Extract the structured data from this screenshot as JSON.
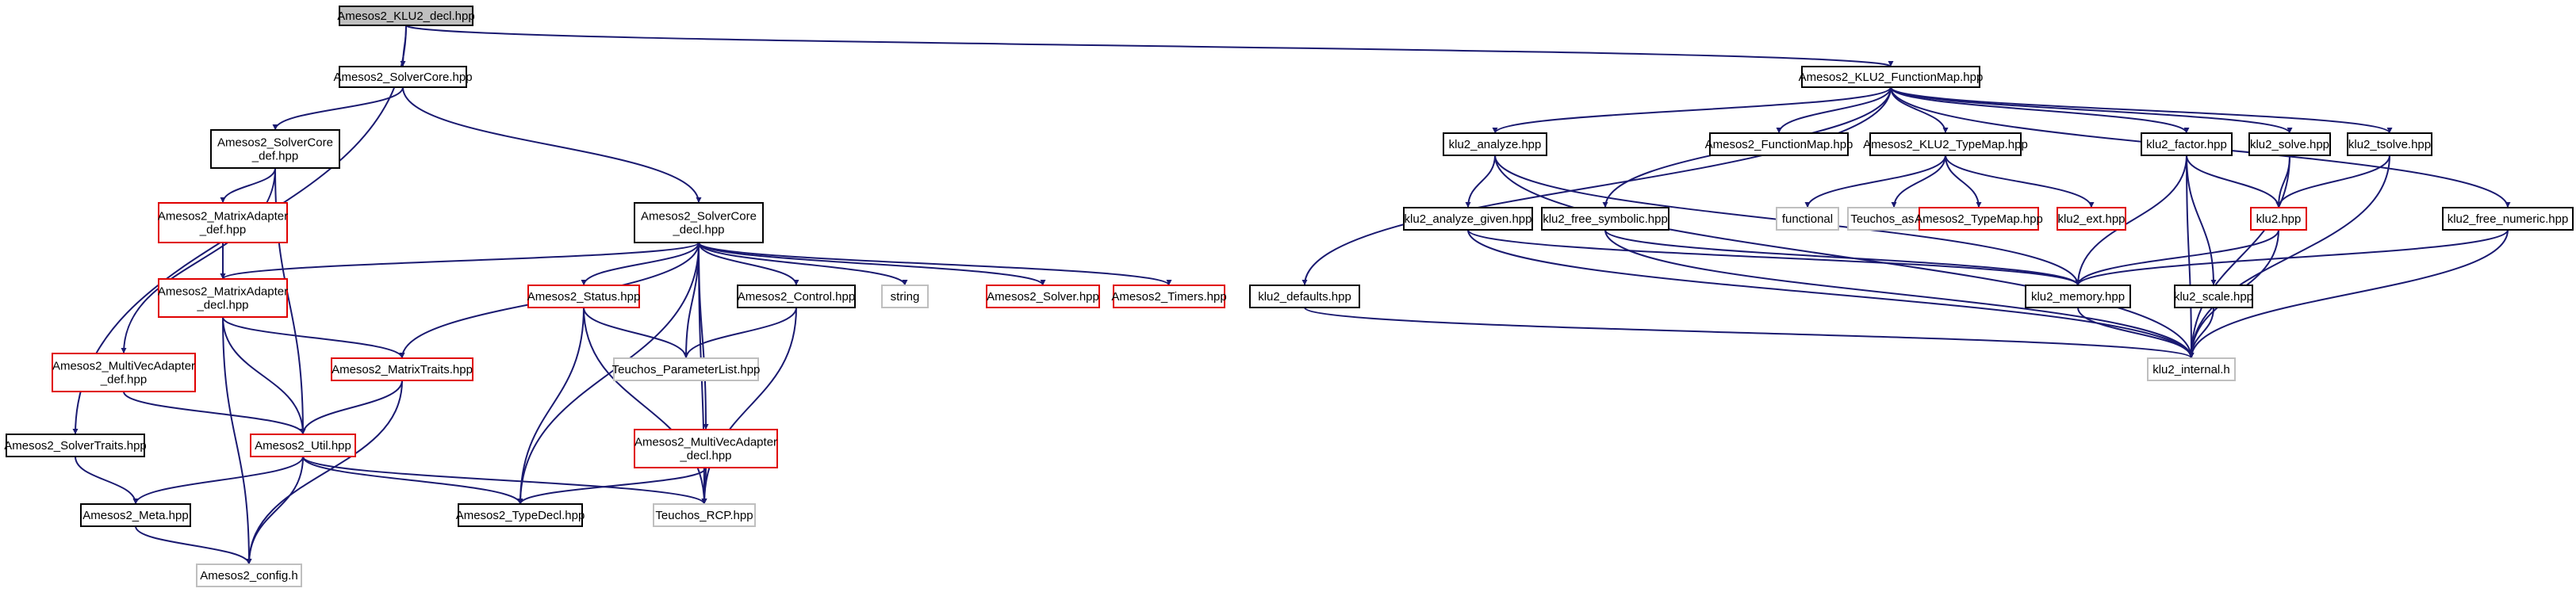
{
  "colors": {
    "edge": "#191970",
    "normal_border": "#000000",
    "missing_border": "#e00000",
    "external_border": "#bfbfbf",
    "root_fill": "#bfbfbf",
    "default_fill": "#ffffff"
  },
  "nodes": [
    {
      "id": "root",
      "lines": [
        "Amesos2_KLU2_decl.hpp"
      ],
      "style": "root"
    },
    {
      "id": "solvercore",
      "lines": [
        "Amesos2_SolverCore.hpp"
      ],
      "style": "normal"
    },
    {
      "id": "functionmap_klu",
      "lines": [
        "Amesos2_KLU2_FunctionMap.hpp"
      ],
      "style": "normal"
    },
    {
      "id": "solvercore_def",
      "lines": [
        "Amesos2_SolverCore",
        "_def.hpp"
      ],
      "style": "normal"
    },
    {
      "id": "matrixadapter_def",
      "lines": [
        "Amesos2_MatrixAdapter",
        "_def.hpp"
      ],
      "style": "missing"
    },
    {
      "id": "matrixadapter_decl",
      "lines": [
        "Amesos2_MatrixAdapter",
        "_decl.hpp"
      ],
      "style": "missing"
    },
    {
      "id": "multivec_def",
      "lines": [
        "Amesos2_MultiVecAdapter",
        "_def.hpp"
      ],
      "style": "missing"
    },
    {
      "id": "solvertraits",
      "lines": [
        "Amesos2_SolverTraits.hpp"
      ],
      "style": "normal"
    },
    {
      "id": "util",
      "lines": [
        "Amesos2_Util.hpp"
      ],
      "style": "missing"
    },
    {
      "id": "meta",
      "lines": [
        "Amesos2_Meta.hpp"
      ],
      "style": "normal"
    },
    {
      "id": "config",
      "lines": [
        "Amesos2_config.h"
      ],
      "style": "external"
    },
    {
      "id": "matrixtraits",
      "lines": [
        "Amesos2_MatrixTraits.hpp"
      ],
      "style": "missing"
    },
    {
      "id": "typedecl",
      "lines": [
        "Amesos2_TypeDecl.hpp"
      ],
      "style": "normal"
    },
    {
      "id": "solvercore_decl",
      "lines": [
        "Amesos2_SolverCore",
        "_decl.hpp"
      ],
      "style": "normal"
    },
    {
      "id": "status",
      "lines": [
        "Amesos2_Status.hpp"
      ],
      "style": "missing"
    },
    {
      "id": "control",
      "lines": [
        "Amesos2_Control.hpp"
      ],
      "style": "normal"
    },
    {
      "id": "string",
      "lines": [
        "string"
      ],
      "style": "external"
    },
    {
      "id": "solver",
      "lines": [
        "Amesos2_Solver.hpp"
      ],
      "style": "missing"
    },
    {
      "id": "timers",
      "lines": [
        "Amesos2_Timers.hpp"
      ],
      "style": "missing"
    },
    {
      "id": "paramlist",
      "lines": [
        "Teuchos_ParameterList.hpp"
      ],
      "style": "external"
    },
    {
      "id": "multivec_decl",
      "lines": [
        "Amesos2_MultiVecAdapter",
        "_decl.hpp"
      ],
      "style": "missing"
    },
    {
      "id": "rcp",
      "lines": [
        "Teuchos_RCP.hpp"
      ],
      "style": "external"
    },
    {
      "id": "klu2_defaults",
      "lines": [
        "klu2_defaults.hpp"
      ],
      "style": "normal"
    },
    {
      "id": "klu2_analyze",
      "lines": [
        "klu2_analyze.hpp"
      ],
      "style": "normal"
    },
    {
      "id": "functionmap",
      "lines": [
        "Amesos2_FunctionMap.hpp"
      ],
      "style": "normal"
    },
    {
      "id": "typemap_klu",
      "lines": [
        "Amesos2_KLU2_TypeMap.hpp"
      ],
      "style": "normal"
    },
    {
      "id": "klu2_factor",
      "lines": [
        "klu2_factor.hpp"
      ],
      "style": "normal"
    },
    {
      "id": "klu2_solve",
      "lines": [
        "klu2_solve.hpp"
      ],
      "style": "normal"
    },
    {
      "id": "klu2_tsolve",
      "lines": [
        "klu2_tsolve.hpp"
      ],
      "style": "normal"
    },
    {
      "id": "klu2_analyze_given",
      "lines": [
        "klu2_analyze_given.hpp"
      ],
      "style": "normal"
    },
    {
      "id": "klu2_free_symbolic",
      "lines": [
        "klu2_free_symbolic.hpp"
      ],
      "style": "normal"
    },
    {
      "id": "functional",
      "lines": [
        "functional"
      ],
      "style": "external"
    },
    {
      "id": "teuchos_as",
      "lines": [
        "Teuchos_as.hpp"
      ],
      "style": "external"
    },
    {
      "id": "typemap",
      "lines": [
        "Amesos2_TypeMap.hpp"
      ],
      "style": "missing"
    },
    {
      "id": "klu2_ext",
      "lines": [
        "klu2_ext.hpp"
      ],
      "style": "missing"
    },
    {
      "id": "klu2_hpp",
      "lines": [
        "klu2.hpp"
      ],
      "style": "missing"
    },
    {
      "id": "klu2_free_numeric",
      "lines": [
        "klu2_free_numeric.hpp"
      ],
      "style": "normal"
    },
    {
      "id": "klu2_memory",
      "lines": [
        "klu2_memory.hpp"
      ],
      "style": "normal"
    },
    {
      "id": "klu2_scale",
      "lines": [
        "klu2_scale.hpp"
      ],
      "style": "normal"
    },
    {
      "id": "klu2_internal",
      "lines": [
        "klu2_internal.h"
      ],
      "style": "external"
    }
  ],
  "edges": [
    [
      "root",
      "solvercore"
    ],
    [
      "root",
      "functionmap_klu"
    ],
    [
      "root",
      "solvertraits"
    ],
    [
      "solvercore",
      "solvercore_def"
    ],
    [
      "solvercore",
      "solvercore_decl"
    ],
    [
      "solvercore_def",
      "matrixadapter_def"
    ],
    [
      "solvercore_def",
      "multivec_def"
    ],
    [
      "solvercore_def",
      "util"
    ],
    [
      "matrixadapter_def",
      "matrixadapter_decl"
    ],
    [
      "matrixadapter_decl",
      "util"
    ],
    [
      "matrixadapter_decl",
      "matrixtraits"
    ],
    [
      "matrixadapter_decl",
      "config"
    ],
    [
      "multivec_def",
      "util"
    ],
    [
      "solvertraits",
      "meta"
    ],
    [
      "util",
      "meta"
    ],
    [
      "util",
      "config"
    ],
    [
      "util",
      "typedecl"
    ],
    [
      "util",
      "rcp"
    ],
    [
      "meta",
      "config"
    ],
    [
      "matrixtraits",
      "util"
    ],
    [
      "matrixtraits",
      "config"
    ],
    [
      "solvercore_decl",
      "matrixadapter_decl"
    ],
    [
      "solvercore_decl",
      "matrixtraits"
    ],
    [
      "solvercore_decl",
      "typedecl"
    ],
    [
      "solvercore_decl",
      "status"
    ],
    [
      "solvercore_decl",
      "paramlist"
    ],
    [
      "solvercore_decl",
      "control"
    ],
    [
      "solvercore_decl",
      "string"
    ],
    [
      "solvercore_decl",
      "solver"
    ],
    [
      "solvercore_decl",
      "timers"
    ],
    [
      "solvercore_decl",
      "multivec_decl"
    ],
    [
      "solvercore_decl",
      "rcp"
    ],
    [
      "status",
      "paramlist"
    ],
    [
      "status",
      "typedecl"
    ],
    [
      "status",
      "rcp"
    ],
    [
      "control",
      "paramlist"
    ],
    [
      "control",
      "rcp"
    ],
    [
      "multivec_decl",
      "typedecl"
    ],
    [
      "multivec_decl",
      "rcp"
    ],
    [
      "functionmap_klu",
      "klu2_defaults"
    ],
    [
      "functionmap_klu",
      "klu2_analyze"
    ],
    [
      "functionmap_klu",
      "klu2_free_symbolic"
    ],
    [
      "functionmap_klu",
      "functionmap"
    ],
    [
      "functionmap_klu",
      "typemap_klu"
    ],
    [
      "functionmap_klu",
      "klu2_factor"
    ],
    [
      "functionmap_klu",
      "klu2_solve"
    ],
    [
      "functionmap_klu",
      "klu2_tsolve"
    ],
    [
      "functionmap_klu",
      "klu2_free_numeric"
    ],
    [
      "klu2_defaults",
      "klu2_internal"
    ],
    [
      "klu2_analyze",
      "klu2_analyze_given"
    ],
    [
      "klu2_analyze",
      "klu2_memory"
    ],
    [
      "klu2_analyze",
      "klu2_internal"
    ],
    [
      "klu2_analyze_given",
      "klu2_memory"
    ],
    [
      "klu2_analyze_given",
      "klu2_internal"
    ],
    [
      "klu2_free_symbolic",
      "klu2_memory"
    ],
    [
      "klu2_free_symbolic",
      "klu2_internal"
    ],
    [
      "typemap_klu",
      "functional"
    ],
    [
      "typemap_klu",
      "teuchos_as"
    ],
    [
      "typemap_klu",
      "typemap"
    ],
    [
      "typemap_klu",
      "klu2_ext"
    ],
    [
      "klu2_factor",
      "klu2_hpp"
    ],
    [
      "klu2_factor",
      "klu2_memory"
    ],
    [
      "klu2_factor",
      "klu2_scale"
    ],
    [
      "klu2_factor",
      "klu2_internal"
    ],
    [
      "klu2_solve",
      "klu2_hpp"
    ],
    [
      "klu2_solve",
      "klu2_internal"
    ],
    [
      "klu2_tsolve",
      "klu2_hpp"
    ],
    [
      "klu2_tsolve",
      "klu2_internal"
    ],
    [
      "klu2_hpp",
      "klu2_memory"
    ],
    [
      "klu2_hpp",
      "klu2_internal"
    ],
    [
      "klu2_free_numeric",
      "klu2_memory"
    ],
    [
      "klu2_free_numeric",
      "klu2_internal"
    ],
    [
      "klu2_memory",
      "klu2_internal"
    ],
    [
      "klu2_scale",
      "klu2_internal"
    ]
  ]
}
